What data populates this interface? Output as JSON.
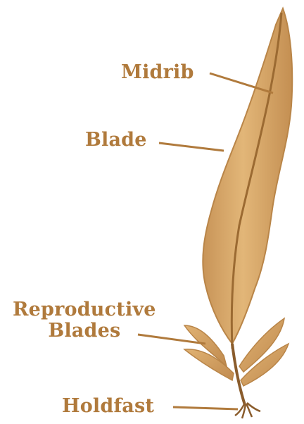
{
  "diagram": {
    "labels": {
      "midrib": "Midrib",
      "blade": "Blade",
      "reproductive_line1": "Reproductive",
      "reproductive_line2": "Blades",
      "holdfast": "Holdfast"
    },
    "colors": {
      "label": "#b07a3c",
      "leader": "#b07a3c",
      "blade_fill": "#d9a86a",
      "blade_edge": "#b98548",
      "midrib": "#9b6a32",
      "stipe": "#8a5c2c"
    }
  }
}
